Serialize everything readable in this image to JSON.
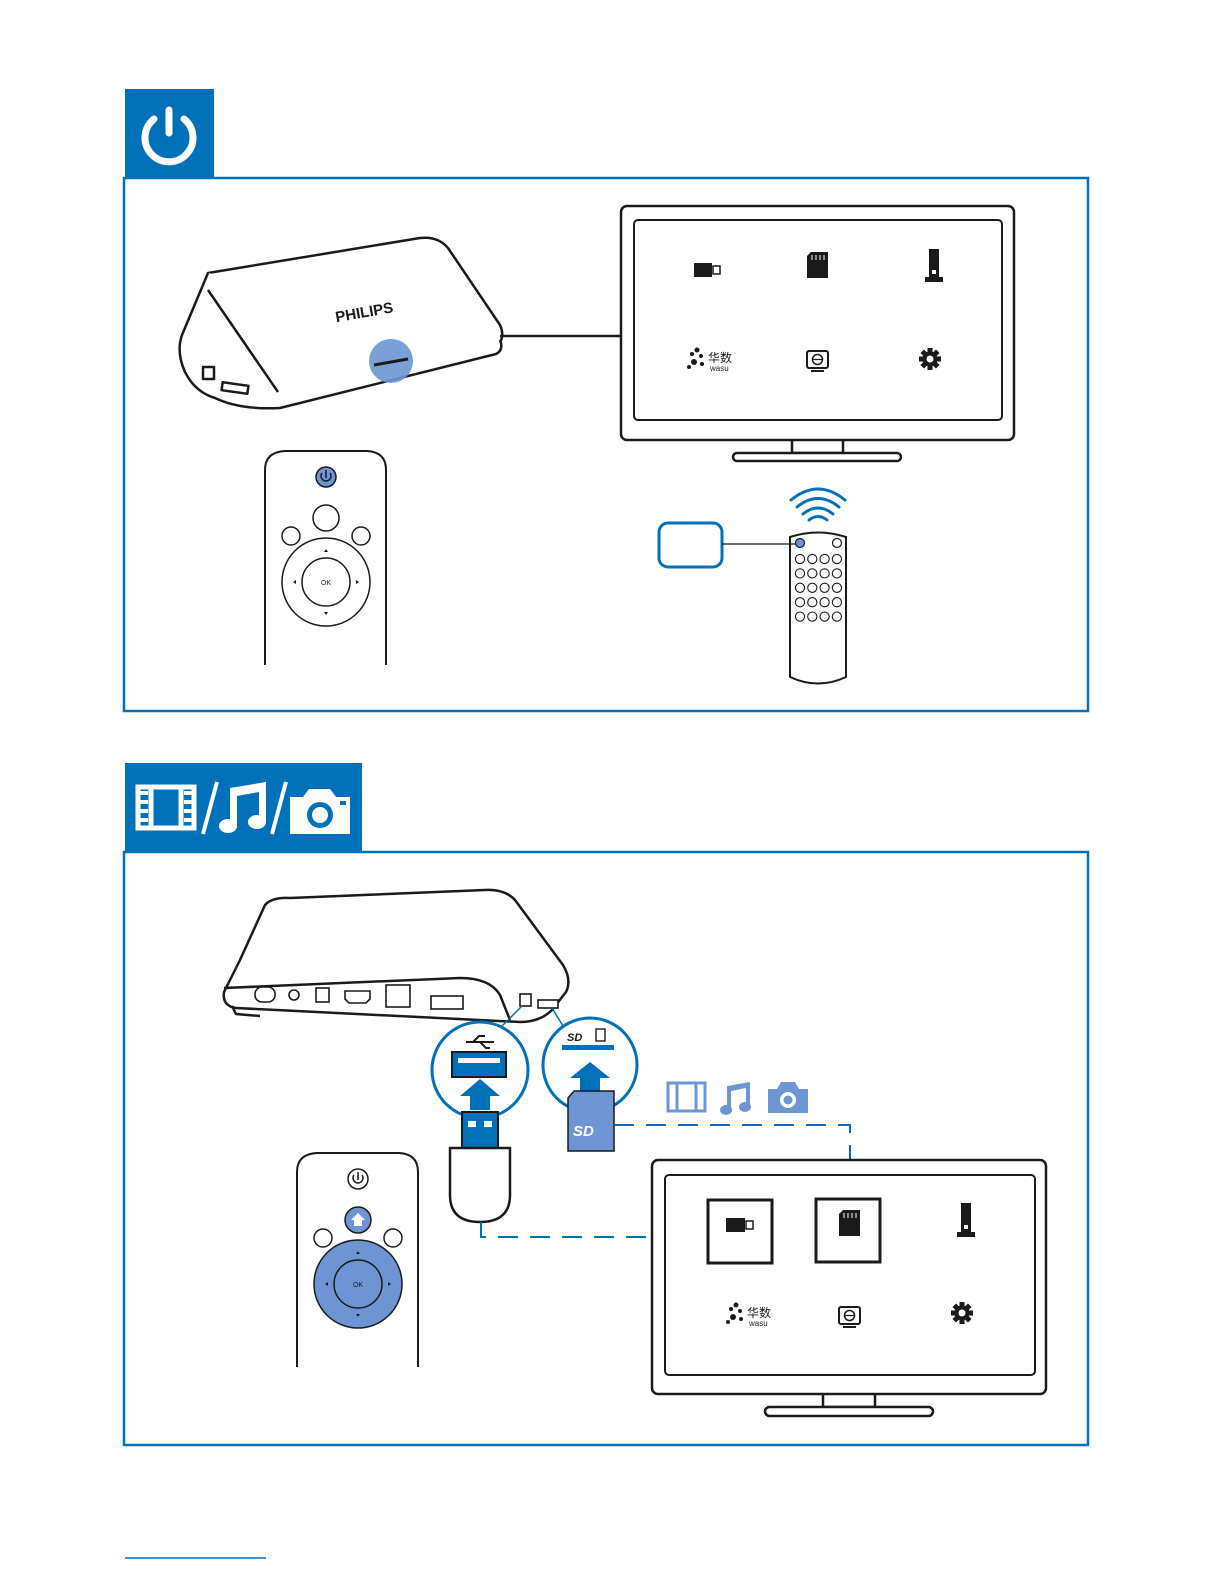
{
  "colors": {
    "brand_blue": "#0071b9",
    "highlight_blue": "#6d95d3",
    "outline": "#1a1a1a",
    "white": "#ffffff"
  },
  "section1": {
    "header_icon": "power-icon",
    "player_brand": "PHILIPS",
    "remote_ok_label": "OK",
    "tv_menu": {
      "row1": [
        "usb-drive-icon",
        "sd-card-icon",
        "hdd-icon"
      ],
      "row2": [
        "wasu-logo",
        "network-icon",
        "settings-gear-icon"
      ],
      "wasu_chinese": "华数",
      "wasu_latin": "wasu"
    }
  },
  "section2": {
    "header_icons": [
      "film-icon",
      "music-note-icon",
      "camera-icon"
    ],
    "remote_ok_label": "OK",
    "media_icons": [
      "film-icon",
      "music-note-icon",
      "camera-icon"
    ],
    "tv_menu": {
      "row1": [
        "usb-drive-icon",
        "sd-card-icon",
        "hdd-icon"
      ],
      "row2": [
        "wasu-logo",
        "network-icon",
        "settings-gear-icon"
      ],
      "wasu_chinese": "华数",
      "wasu_latin": "wasu"
    }
  }
}
